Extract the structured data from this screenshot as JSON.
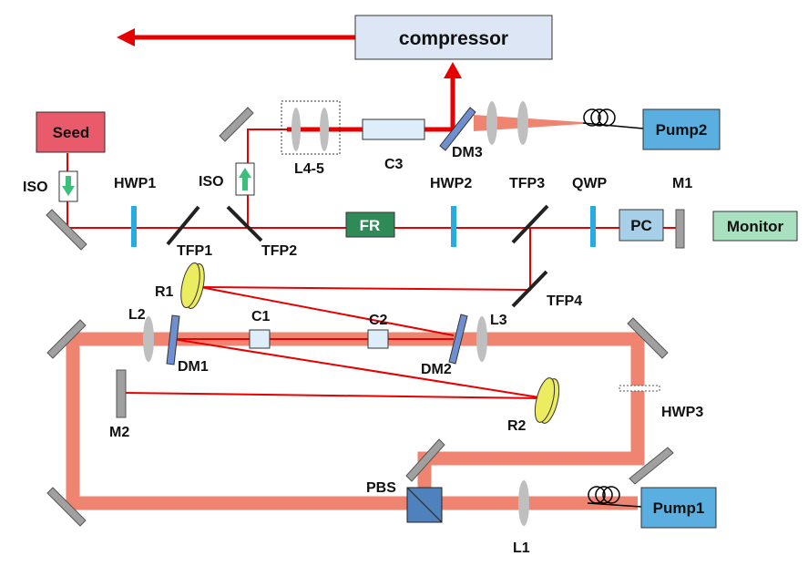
{
  "title": "",
  "colors": {
    "beam": "#e60000",
    "pump_beam": "#ef8570",
    "mirror": "#a0a0a0",
    "waveplate": "#29abe2",
    "lens": "#bfbfbf",
    "seed_box": "#e95a6a",
    "pump_box": "#5aaee0",
    "fr_box": "#2e8b57",
    "monitor_box": "#a8e0c0",
    "pc_box": "#a8cfe8",
    "compressor_box": "#dde6f5",
    "crystal": "#ddeefa",
    "dichroic": "#6f8fd0",
    "curved_mirror": "#ecec60",
    "pbs": "#4f81bd"
  },
  "boxes": {
    "seed": "Seed",
    "pump1": "Pump1",
    "pump2": "Pump2",
    "fr": "FR",
    "pc": "PC",
    "monitor": "Monitor",
    "compressor": "compressor"
  },
  "labels": {
    "iso_left": "ISO",
    "iso_mid": "ISO",
    "hwp1": "HWP1",
    "hwp2": "HWP2",
    "hwp3": "HWP3",
    "tfp1": "TFP1",
    "tfp2": "TFP2",
    "tfp3": "TFP3",
    "tfp4": "TFP4",
    "qwp": "QWP",
    "m1": "M1",
    "m2": "M2",
    "r1": "R1",
    "r2": "R2",
    "l1": "L1",
    "l2": "L2",
    "l3": "L3",
    "l45": "L4-5",
    "c1": "C1",
    "c2": "C2",
    "c3": "C3",
    "dm1": "DM1",
    "dm2": "DM2",
    "dm3": "DM3",
    "pbs": "PBS"
  },
  "icons": [
    "arrow-down-icon",
    "arrow-up-icon",
    "output-arrow-icon",
    "fiber-coil-icon"
  ]
}
